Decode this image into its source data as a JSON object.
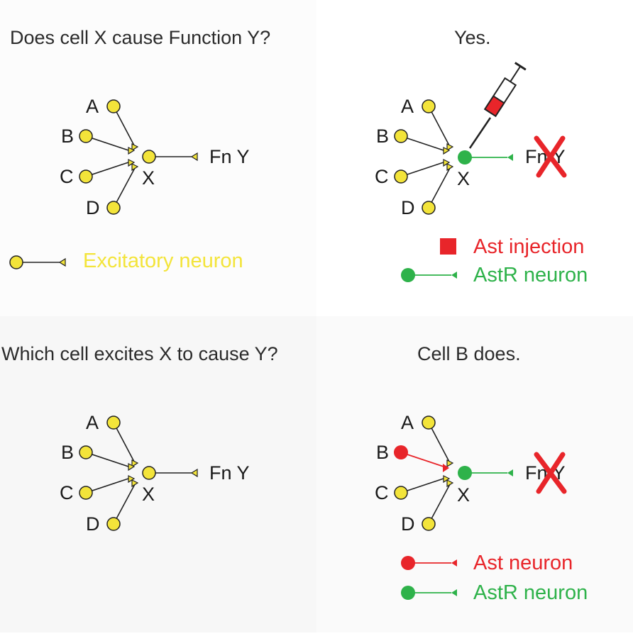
{
  "panels": {
    "top_left": {
      "question": "Does cell X cause Function Y?",
      "cells": {
        "a": "A",
        "b": "B",
        "c": "C",
        "d": "D",
        "x": "X"
      },
      "output": "Fn Y"
    },
    "top_right": {
      "answer": "Yes.",
      "cells": {
        "a": "A",
        "b": "B",
        "c": "C",
        "d": "D",
        "x": "X"
      },
      "output": "Fn Y"
    },
    "bottom_left": {
      "question": "Which cell excites X to cause Y?",
      "cells": {
        "a": "A",
        "b": "B",
        "c": "C",
        "d": "D",
        "x": "X"
      },
      "output": "Fn Y"
    },
    "bottom_right": {
      "answer": "Cell B does.",
      "cells": {
        "a": "A",
        "b": "B",
        "c": "C",
        "d": "D",
        "x": "X"
      },
      "output": "Fn Y"
    }
  },
  "legends": {
    "excitatory": "Excitatory neuron",
    "ast_injection": "Ast injection",
    "astr_neuron_top": "AstR neuron",
    "ast_neuron": "Ast neuron",
    "astr_neuron_bottom": "AstR neuron"
  },
  "colors": {
    "yellow": "#f3e43a",
    "red": "#e8252a",
    "green": "#2eb24a",
    "text": "#2b2b2b",
    "panel_shade": "#f7f7f7"
  }
}
